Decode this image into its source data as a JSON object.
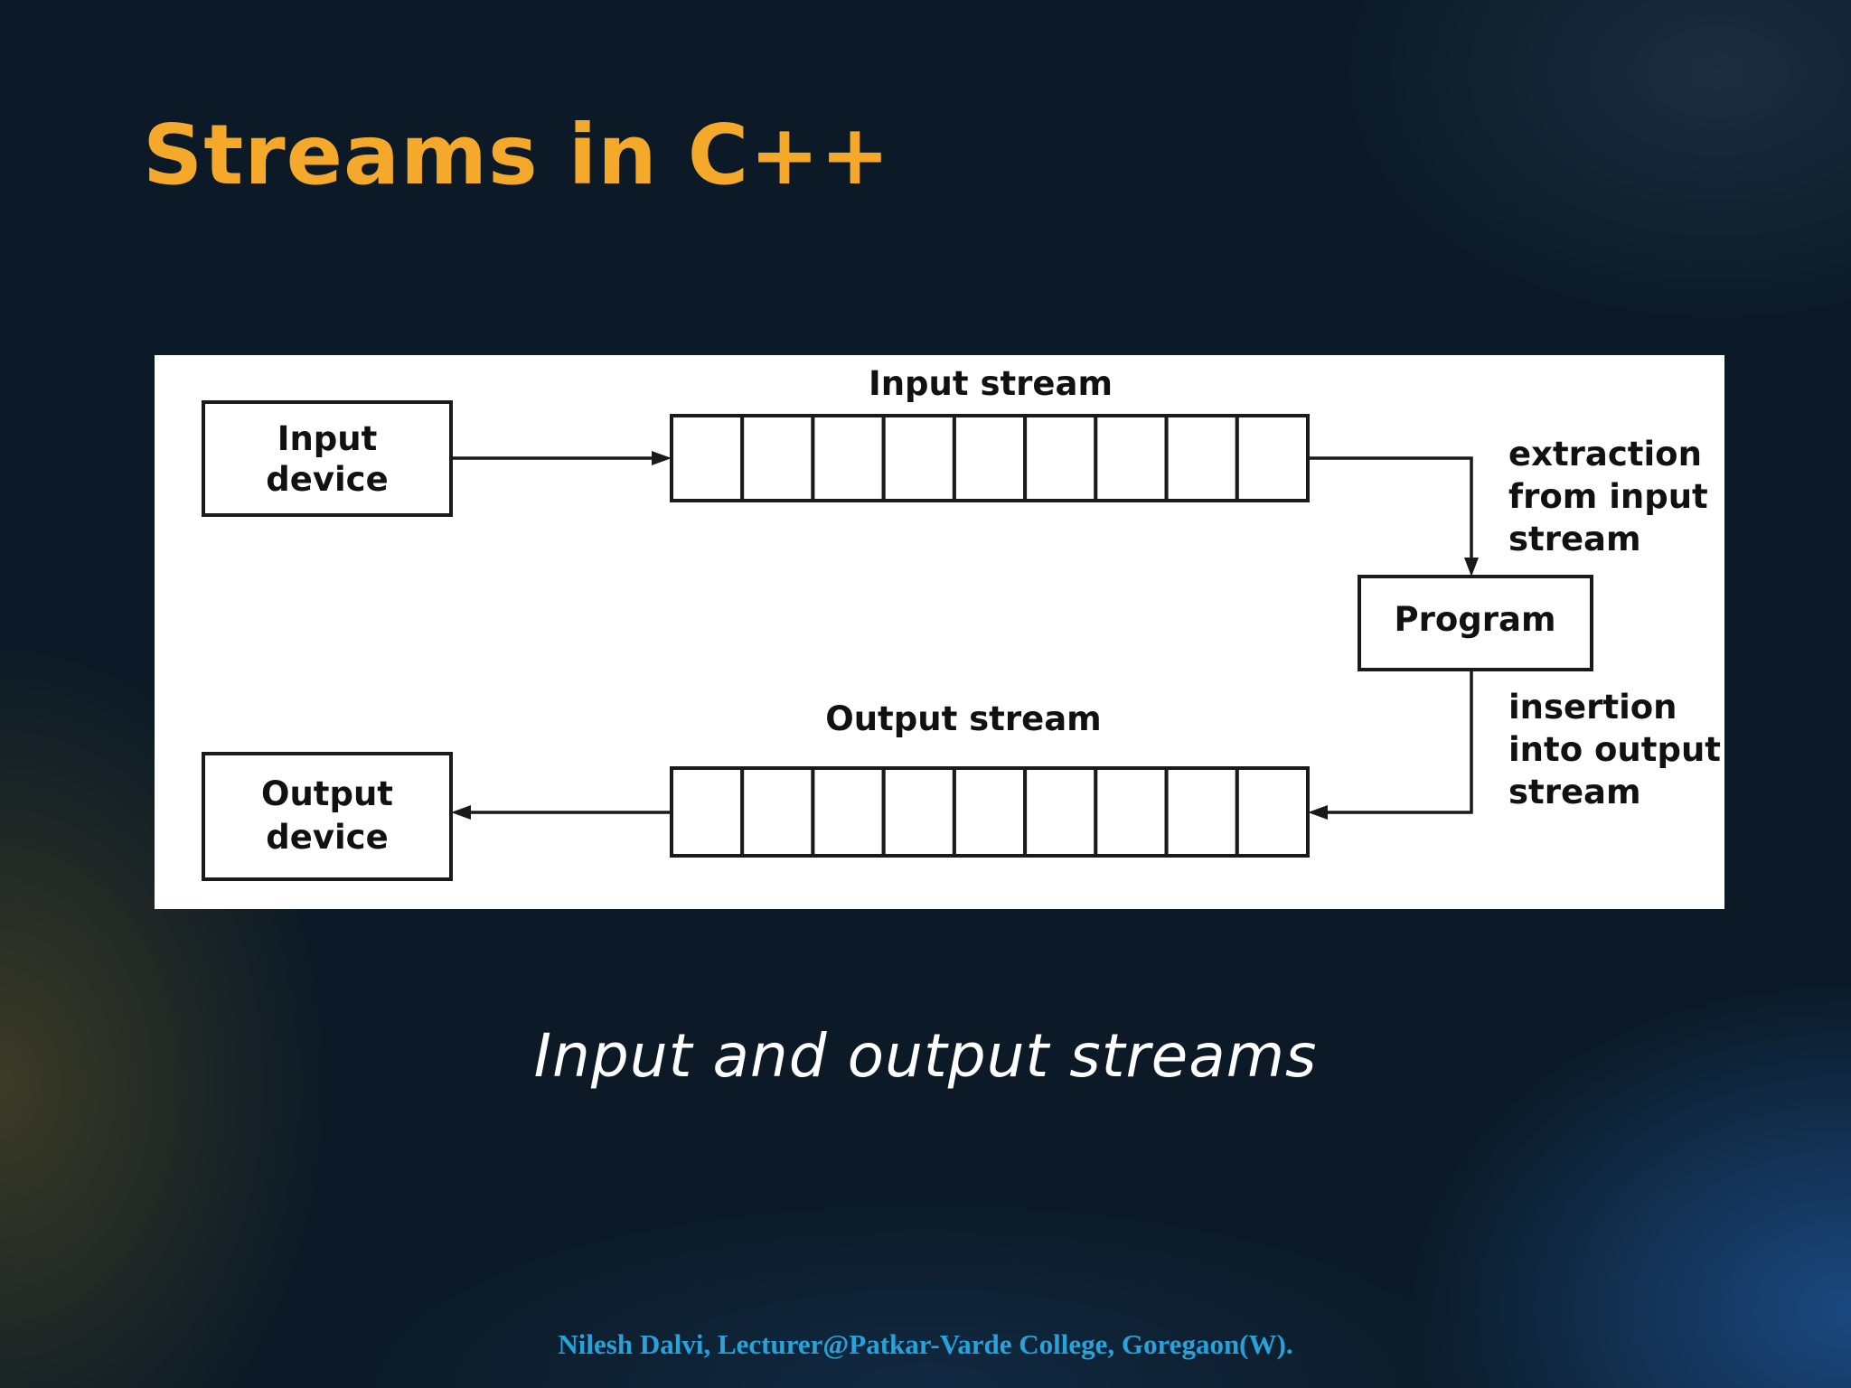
{
  "slide": {
    "title": "Streams in C++",
    "caption": "Input and output streams",
    "footer": "Nilesh Dalvi, Lecturer@Patkar-Varde College, Goregaon(W)."
  },
  "diagram": {
    "input_device": [
      "Input",
      "device"
    ],
    "output_device": [
      "Output",
      "device"
    ],
    "program": "Program",
    "input_stream_label": "Input stream",
    "output_stream_label": "Output stream",
    "extraction_label": [
      "extraction",
      "from input",
      "stream"
    ],
    "insertion_label": [
      "insertion",
      "into output",
      "stream"
    ],
    "stream_cell_count": 9
  },
  "colors": {
    "title": "#f4a92a",
    "footer": "#27a3d9",
    "background": "#0b1a26"
  }
}
